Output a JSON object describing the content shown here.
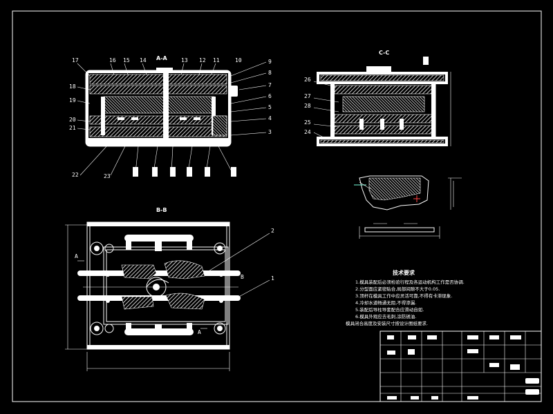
{
  "views": {
    "view_a": {
      "title": "A-A"
    },
    "view_b": {
      "title": "B-B"
    },
    "view_c": {
      "title": "C-C"
    }
  },
  "callouts_left": [
    "17",
    "16",
    "15",
    "14",
    "13",
    "12",
    "11",
    "10",
    "9",
    "8",
    "7",
    "6",
    "5",
    "4",
    "3",
    "18",
    "19",
    "20",
    "21",
    "22",
    "23"
  ],
  "callouts_right": [
    "26",
    "27",
    "28",
    "25",
    "24"
  ],
  "callouts_plan": [
    "2",
    "1"
  ],
  "section_marks": {
    "a": "A",
    "b": "B"
  },
  "tech_requirements": {
    "title": "技术要求",
    "lines": [
      "1.模具装配后必须检验行程及各运动机构工作是否协调.",
      "2.分型面应紧密贴合,局部间隙不大于0.05.",
      "3.顶杆在模具工作中应灵活可靠,不得有卡滞现象.",
      "4.冷却水道畅通无阻,不得渗漏.",
      "5.装配后导柱导套配合应滑动自如.",
      "6.模具外观应去毛刺,涂防锈油.",
      "模具闭合高度及安装尺寸按设计图纸要求."
    ]
  },
  "colors": {
    "background": "#000000",
    "line": "#ffffff",
    "accent_cyan": "#77ddee",
    "accent_red": "#ff4444"
  }
}
